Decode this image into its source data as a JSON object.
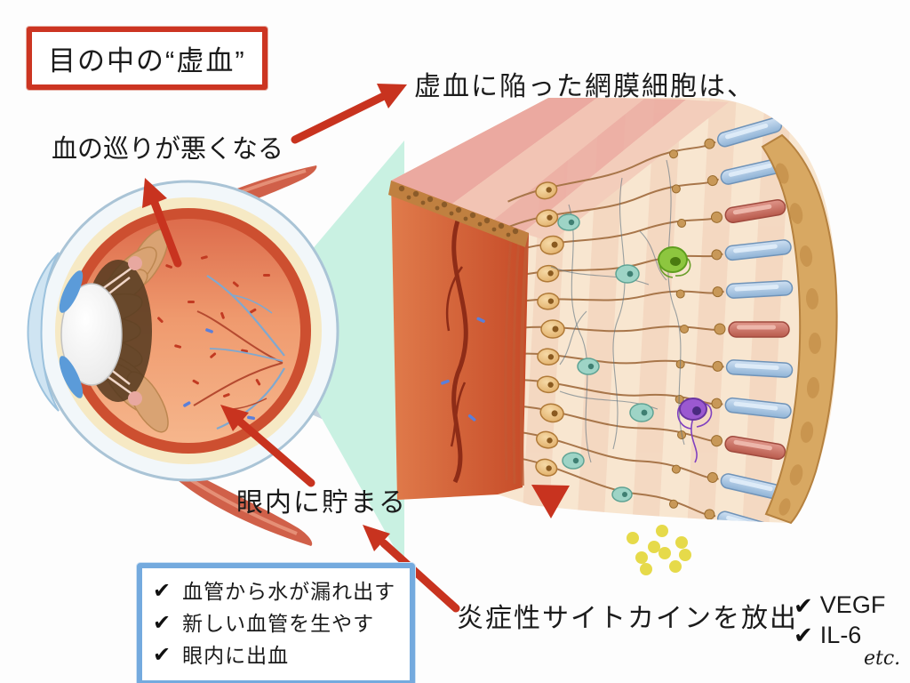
{
  "title": {
    "label": "目の中の“虚血”"
  },
  "annotations": {
    "retina_cells": "虚血に陥った網膜細胞は、",
    "circulation": "血の巡りが悪くなる",
    "accumulate": "眼内に貯まる",
    "cytokine_release": "炎症性サイトカインを放出",
    "etc": "etc."
  },
  "effects_box": {
    "items": [
      {
        "check": "✔",
        "label": "血管から水が漏れ出す"
      },
      {
        "check": "✔",
        "label": "新しい血管を生やす"
      },
      {
        "check": "✔",
        "label": "眼内に出血"
      }
    ]
  },
  "cytokines": {
    "items": [
      {
        "check": "✔",
        "label": "VEGF"
      },
      {
        "check": "✔",
        "label": "IL-6"
      }
    ]
  },
  "colors": {
    "accent_red": "#c8331f",
    "title_border_red": "#cc3522",
    "effects_border_blue": "#74aade",
    "cone_mint": "#c9f1e2",
    "cytokine_dot_yellow": "#e6da4a",
    "retina_face_orange": "#d4613b"
  }
}
